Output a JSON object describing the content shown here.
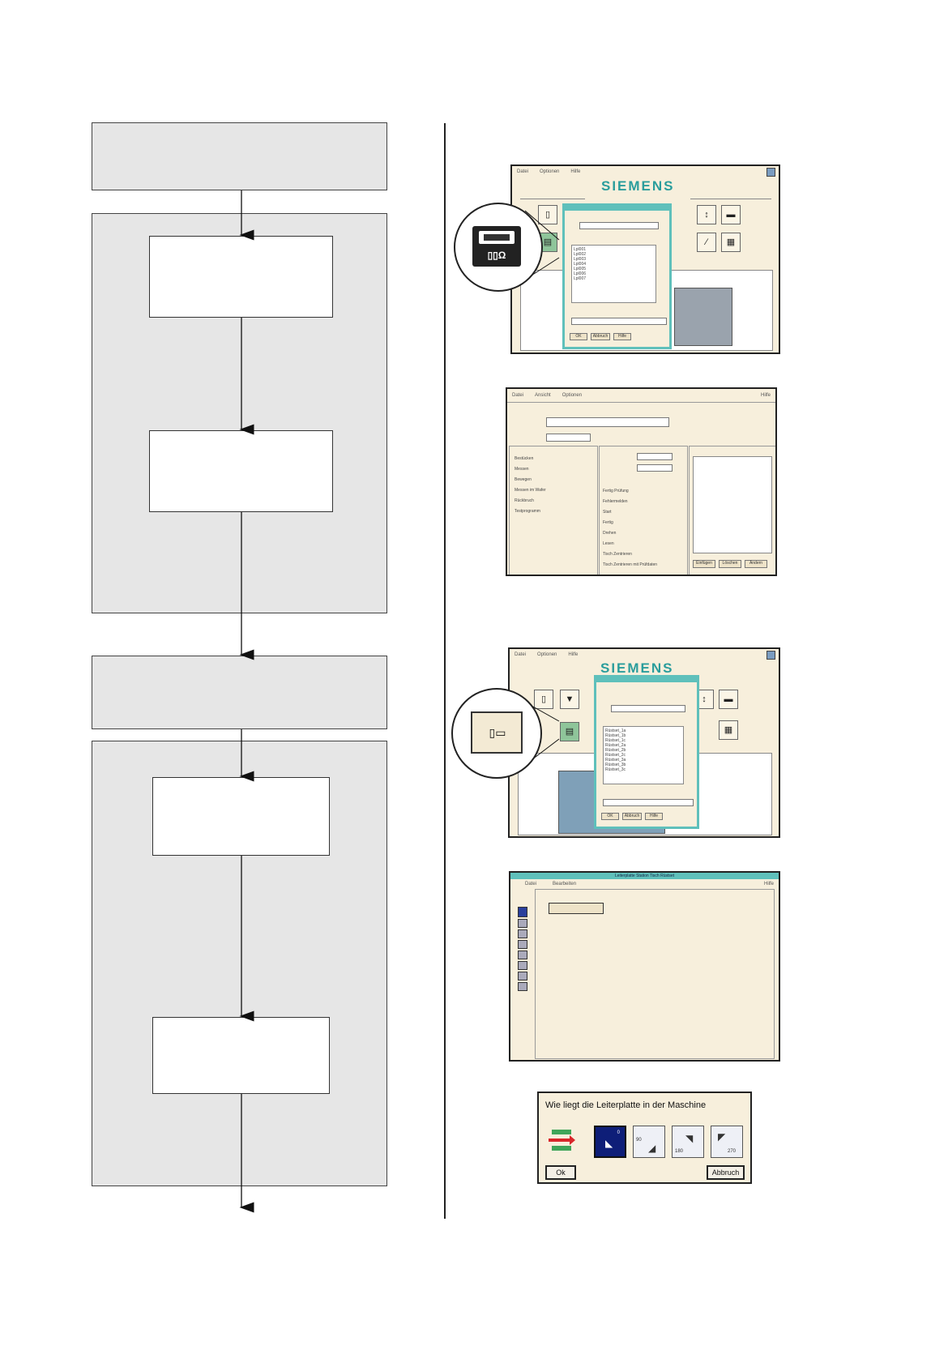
{
  "screens": {
    "siemens_1": {
      "menu": [
        "Datei",
        "Optionen",
        "Hilfe"
      ],
      "brand": "SIEMENS",
      "dialog_list": [
        "Lpl001",
        "Lpl002",
        "Lpl003",
        "Lpl004",
        "Lpl005",
        "Lpl006",
        "Lpl007"
      ],
      "buttons": [
        "OK",
        "Abbruch",
        "Hilfe"
      ]
    },
    "form": {
      "menu": [
        "Datei",
        "Ansicht",
        "Optionen",
        "Hilfe"
      ],
      "checks": [
        "Bestücken",
        "Messen",
        "Bewegen",
        "Messen im Wafer",
        "Rückbruch",
        "Testprogramm"
      ],
      "options": [
        "Fertig Prüfung",
        "Fehlermelden",
        "Start",
        "Fertig",
        "Drehen",
        "Lesen",
        "Tisch Zentrieren",
        "Tisch Zentrieren mit Prüfdaten"
      ],
      "buttons": [
        "Einfügen",
        "Löschen",
        "Ändern"
      ]
    },
    "siemens_2": {
      "menu": [
        "Datei",
        "Optionen",
        "Hilfe"
      ],
      "brand": "SIEMENS",
      "dialog_list": [
        "Rüstset_1a",
        "Rüstset_1b",
        "Rüstset_1c",
        "Rüstset_2a",
        "Rüstset_2b",
        "Rüstset_2c",
        "Rüstset_3a",
        "Rüstset_3b",
        "Rüstset_3c"
      ],
      "buttons": [
        "OK",
        "Abbruch",
        "Hilfe"
      ]
    },
    "editor": {
      "title": "Leiterplatte Station Tisch Rüstset",
      "menu": [
        "Datei",
        "Bearbeiten",
        "Hilfe"
      ]
    }
  },
  "final_dialog": {
    "question": "Wie liegt die Leiterplatte in der Maschine",
    "orientations": [
      "0",
      "90",
      "180",
      "270"
    ],
    "ok_label": "Ok",
    "cancel_label": "Abbruch"
  }
}
